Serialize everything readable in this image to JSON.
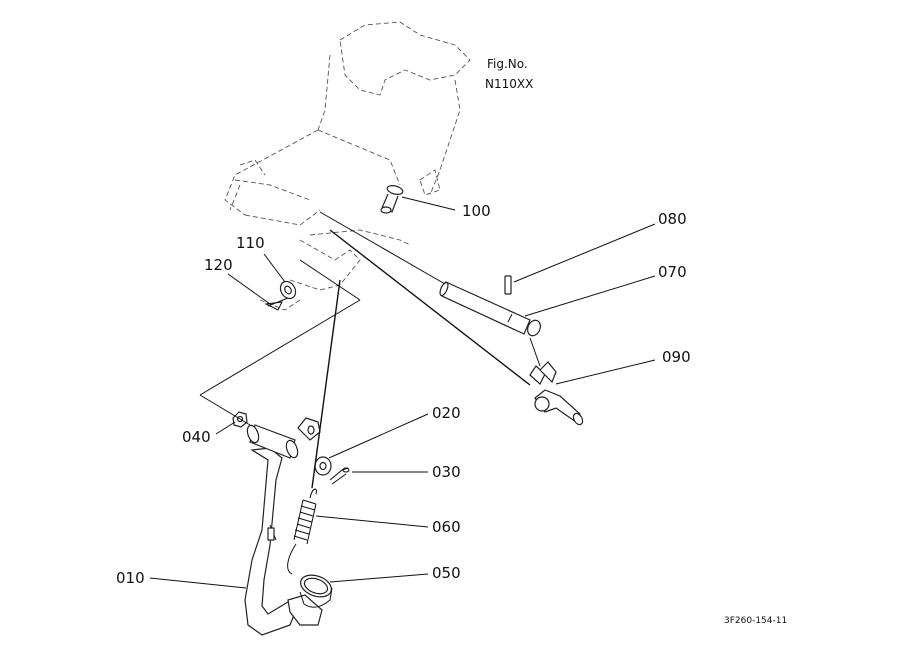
{
  "figure": {
    "fig_no_label": "Fig.No.",
    "fig_no_value": "N110XX",
    "drawing_code": "3F260-154-11"
  },
  "parts": {
    "p010": "010",
    "p020": "020",
    "p030": "030",
    "p040": "040",
    "p050": "050",
    "p060": "060",
    "p070": "070",
    "p080": "080",
    "p090": "090",
    "p100": "100",
    "p110": "110",
    "p120": "120"
  }
}
